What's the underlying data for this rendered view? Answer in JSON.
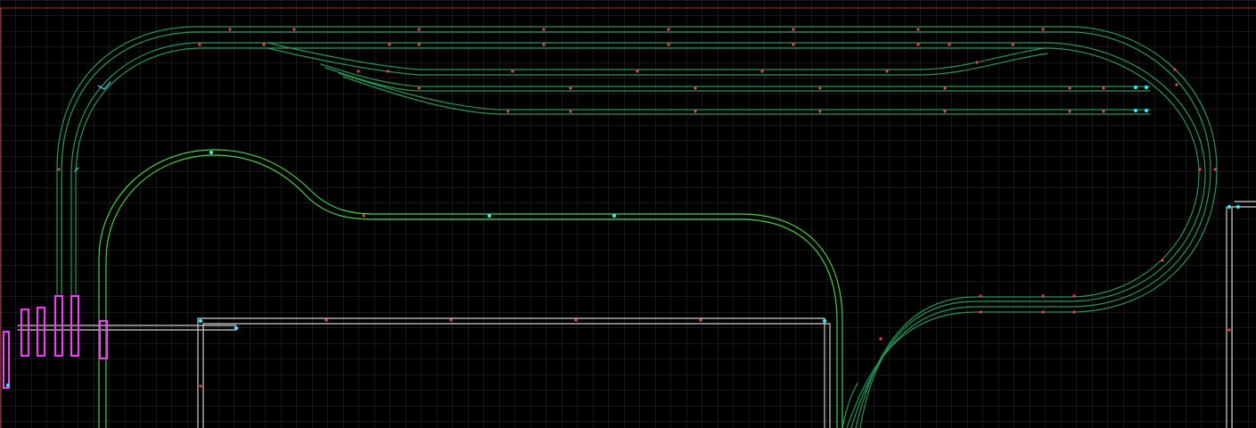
{
  "app": {
    "view": "track-plan-canvas"
  },
  "colors": {
    "background": "#000000",
    "grid": "#2f2f2f",
    "boundary": "#b23434",
    "track_dark_green": "#1f9b57",
    "track_light_green": "#3dd63d",
    "track_gray": "#cfcfcf",
    "joint_red": "#ff3b3b",
    "endpoint_cyan": "#39e7ff",
    "magenta": "#ff35ff"
  },
  "layers": {
    "grid": "grid-layer",
    "boundary": "layout-boundary",
    "tracks": "track-layer",
    "joints": "rail-joint-markers",
    "endpoints": "track-endpoints",
    "staging": "magenta-staging-blocks"
  }
}
